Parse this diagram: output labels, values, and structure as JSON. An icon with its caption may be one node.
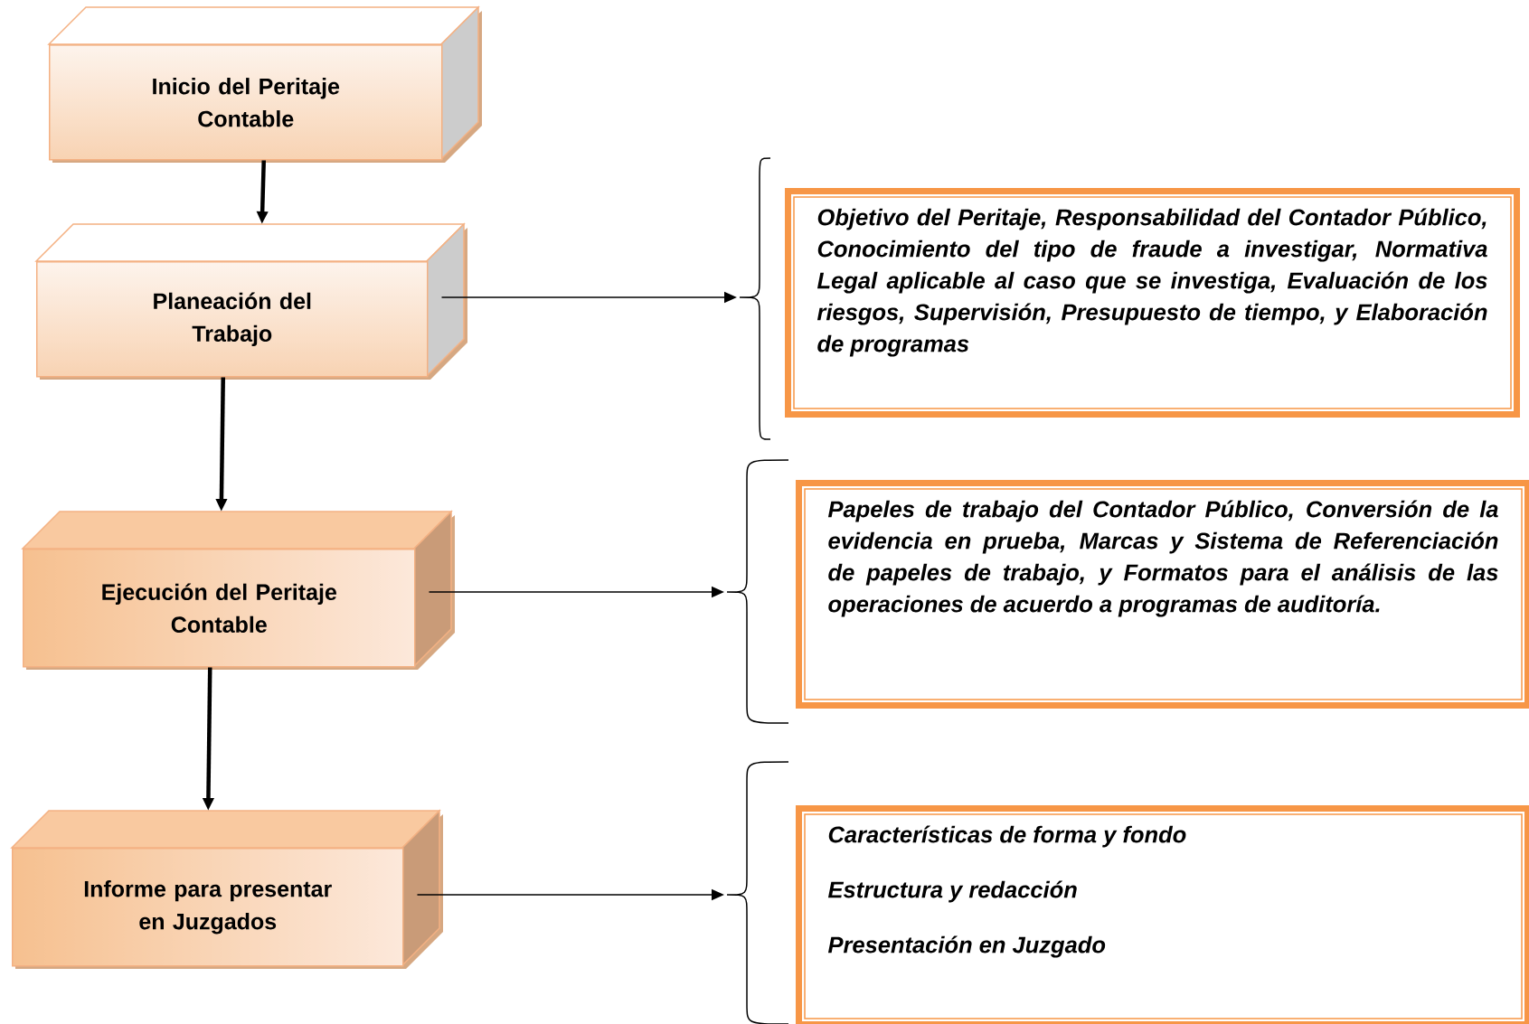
{
  "diagram": {
    "nodes": [
      {
        "text": [
          "Inicio del Peritaje Contable"
        ]
      },
      {
        "text": [
          "Planeación del Trabajo"
        ]
      },
      {
        "text": [
          "Ejecución del Peritaje Contable"
        ]
      },
      {
        "text": [
          "Informe para presentar en Juzgados"
        ]
      },
      {
        "text": [
          "Objetivo del Peritaje, Responsabilidad del Contador Público, Conocimiento del tipo de fraude a investigar, Normativa Legal aplicable al caso que se investiga, Evaluación de los riesgos, Supervisión, Presupuesto de tiempo, y Elaboración de programas"
        ]
      },
      {
        "text": [
          "Papeles de trabajo del Contador Público, Conversión de la evidencia en prueba, Marcas y Sistema de Referenciación de papeles de trabajo, y Formatos para el análisis de las operaciones de acuerdo a programas de auditoría."
        ]
      },
      {
        "text": [
          "Características de forma y fondo",
          "Estructura y redacción",
          "Presentación en Juzgado"
        ]
      }
    ],
    "edges": [
      {
        "from": 0,
        "to": 1,
        "arrow": "to",
        "style": "thick"
      },
      {
        "from": 1,
        "to": 2,
        "arrow": "to",
        "style": "thick"
      },
      {
        "from": 2,
        "to": 3,
        "arrow": "to",
        "style": "thick"
      },
      {
        "from": 1,
        "to": 4,
        "arrow": "to"
      },
      {
        "from": 2,
        "to": 5,
        "arrow": "to"
      },
      {
        "from": 3,
        "to": 6,
        "arrow": "to"
      }
    ]
  }
}
